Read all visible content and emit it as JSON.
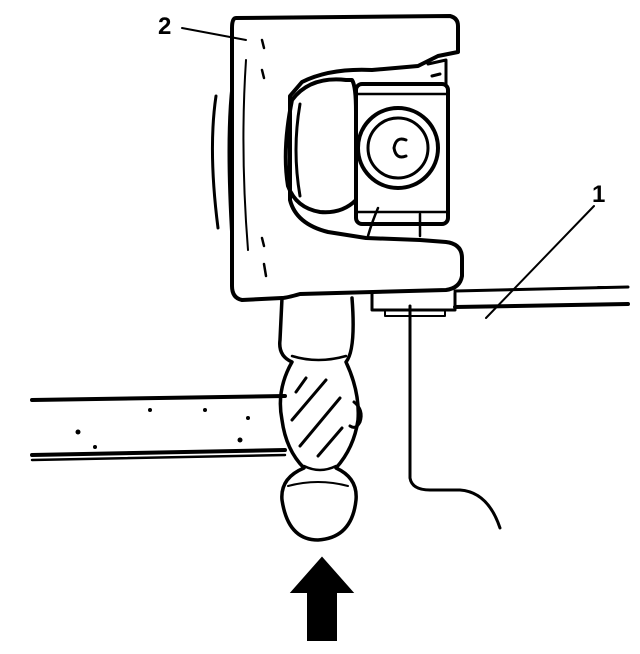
{
  "figure": {
    "callouts": [
      {
        "label": "2",
        "part": "yoke"
      },
      {
        "label": "1",
        "part": "shaft"
      }
    ],
    "direction_arrow": "up",
    "colors": {
      "ink": "#000000",
      "paper": "#ffffff"
    }
  }
}
